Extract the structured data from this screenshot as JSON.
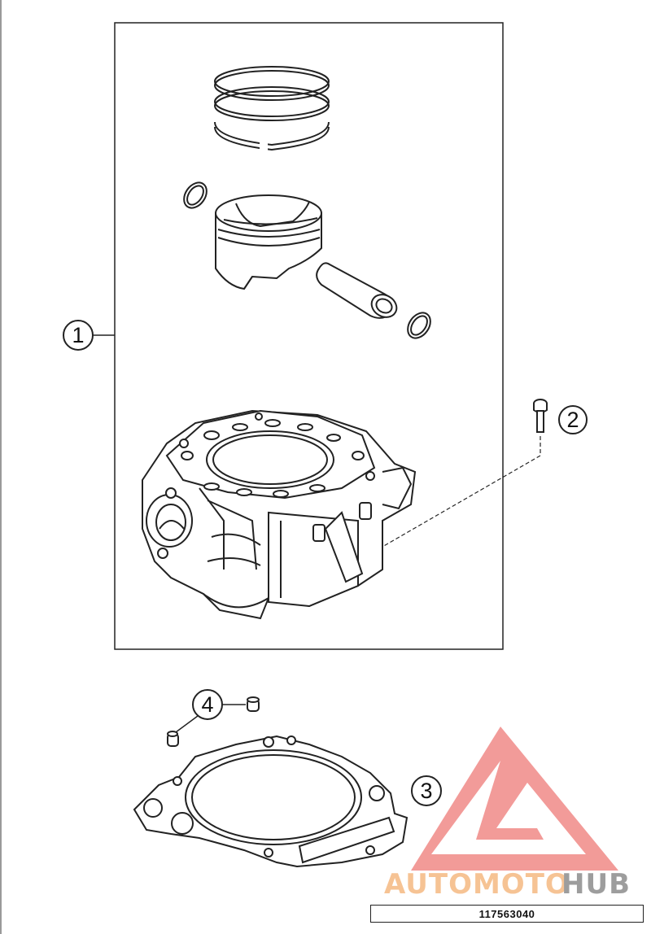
{
  "callouts": [
    {
      "number": "1",
      "part": "cylinder kit"
    },
    {
      "number": "2",
      "part": "screw"
    },
    {
      "number": "3",
      "part": "base gasket"
    },
    {
      "number": "4",
      "part": "dowel pin"
    }
  ],
  "watermark": {
    "brand_auto": "AUTOMOTO",
    "brand_hub": "HUB",
    "triangle_color": "#f08a87",
    "auto_color": "#f5b982",
    "hub_color": "#8c8c8c"
  },
  "part_number": "117563040"
}
